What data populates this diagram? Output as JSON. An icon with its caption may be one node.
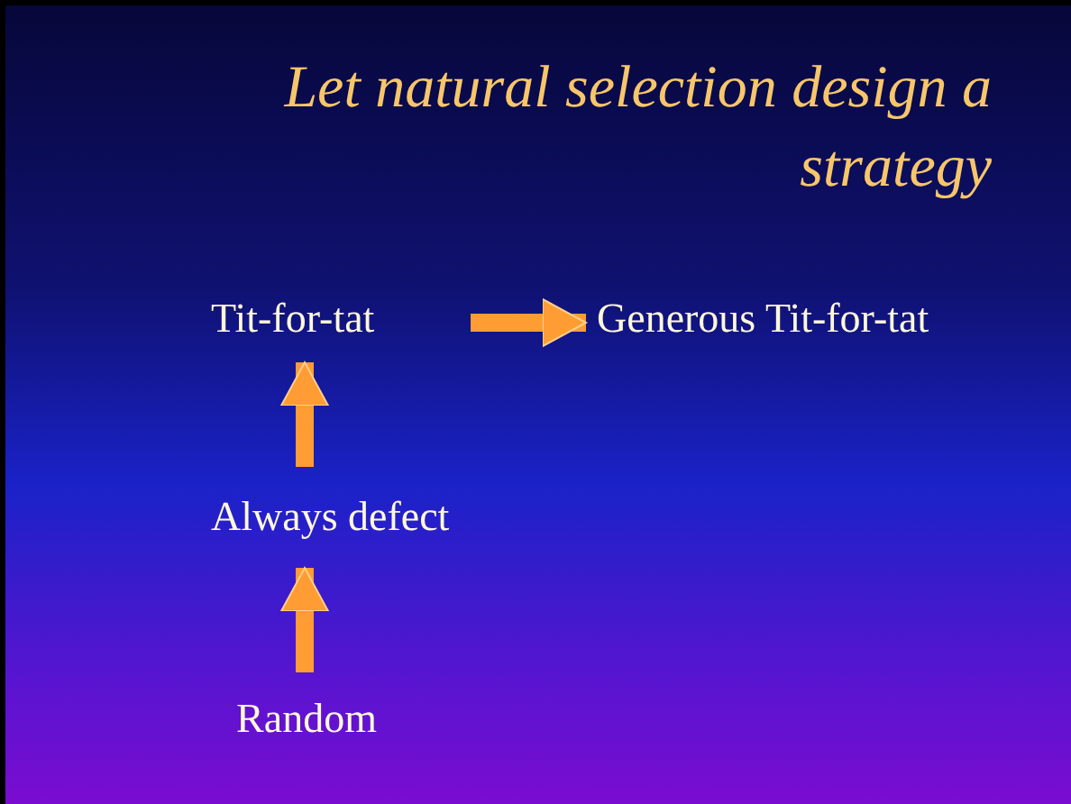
{
  "diagram": {
    "title": "Let natural selection design a strategy",
    "nodes": [
      {
        "text": [
          "Tit-for-tat"
        ]
      },
      {
        "text": [
          "Generous Tit-for-tat"
        ]
      },
      {
        "text": [
          "Always defect"
        ]
      },
      {
        "text": [
          "Random"
        ]
      }
    ],
    "edges": [
      {
        "from": 0,
        "to": 1,
        "arrow": "to"
      },
      {
        "from": 2,
        "to": 0,
        "arrow": "to"
      },
      {
        "from": 3,
        "to": 2,
        "arrow": "to"
      }
    ]
  }
}
